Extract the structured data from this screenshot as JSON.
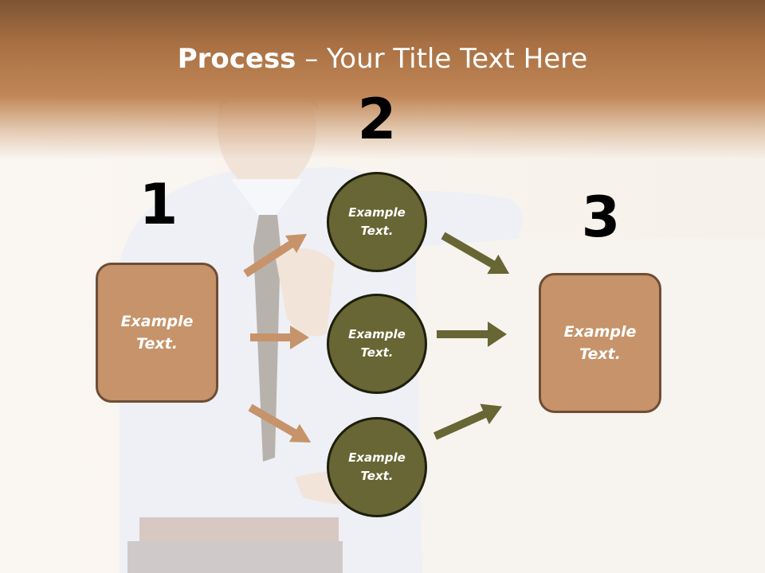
{
  "title": {
    "bold": "Process",
    "rest": " – Your Title Text Here"
  },
  "steps": {
    "one": "1",
    "two": "2",
    "three": "3"
  },
  "left_box": {
    "text": "Example Text."
  },
  "right_box": {
    "text": "Example Text."
  },
  "circles": [
    {
      "text": "Example Text."
    },
    {
      "text": "Example Text."
    },
    {
      "text": "Example Text."
    }
  ],
  "colors": {
    "brown_box": "#c6936a",
    "olive_circle": "#676634",
    "header": "#a97043"
  }
}
